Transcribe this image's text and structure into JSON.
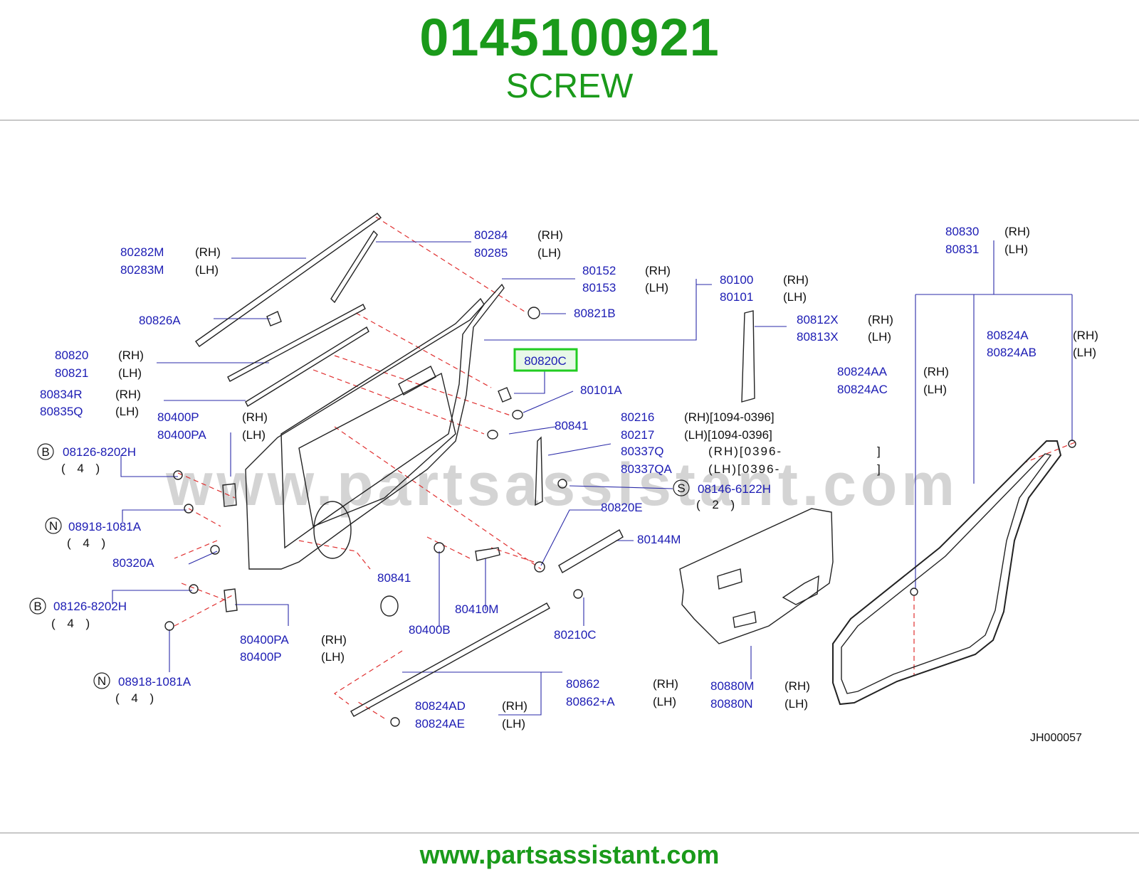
{
  "header": {
    "part_number": "0145100921",
    "part_name": "SCREW"
  },
  "footer": {
    "url": "www.partsassistant.com"
  },
  "diagram": {
    "watermark": "www.partsassistant.com",
    "code": "JH000057",
    "highlight_label": "80820C",
    "labels": {
      "l80284": "80284",
      "l80284s": "(RH)",
      "l80285": "80285",
      "l80285s": "(LH)",
      "l80282M": "80282M",
      "l80282Ms": "(RH)",
      "l80283M": "80283M",
      "l80283Ms": "(LH)",
      "l80152": "80152",
      "l80152s": "(RH)",
      "l80153": "80153",
      "l80153s": "(LH)",
      "l80100": "80100",
      "l80100s": "(RH)",
      "l80101": "80101",
      "l80101s": "(LH)",
      "l80826A": "80826A",
      "l80821B": "80821B",
      "l80812X": "80812X",
      "l80812Xs": "(RH)",
      "l80813X": "80813X",
      "l80813Xs": "(LH)",
      "l80830": "80830",
      "l80830s": "(RH)",
      "l80831": "80831",
      "l80831s": "(LH)",
      "l80824A": "80824A",
      "l80824As": "(RH)",
      "l80824AB": "80824AB",
      "l80824ABs": "(LH)",
      "l80820": "80820",
      "l80820s": "(RH)",
      "l80821": "80821",
      "l80821s": "(LH)",
      "l80824AA": "80824AA",
      "l80824AAs": "(RH)",
      "l80824AC": "80824AC",
      "l80824ACs": "(LH)",
      "l80834R": "80834R",
      "l80834Rs": "(RH)",
      "l80835Q": "80835Q",
      "l80835Qs": "(LH)",
      "l80101A": "80101A",
      "l80400P_a": "80400P",
      "l80400P_as": "(RH)",
      "l80400PA_a": "80400PA",
      "l80400PA_as": "(LH)",
      "l80841_a": "80841",
      "l80216": "80216",
      "l80216s": "(RH)[1094-0396]",
      "l80217": "80217",
      "l80217s": "(LH)[1094-0396]",
      "l80337Q": "80337Q",
      "l80337Qs": "(RH)[0396-",
      "l80337Qe": "]",
      "l80337QA": "80337QA",
      "l80337QAs": "(LH)[0396-",
      "l80337QAe": "]",
      "cB1": "B",
      "l08126_a": "08126-8202H",
      "q1": "( 4 )",
      "cS": "S",
      "l08146": "08146-6122H",
      "q2": "( 2 )",
      "cN1": "N",
      "l08918_a": "08918-1081A",
      "q3": "( 4 )",
      "l80820E": "80820E",
      "l80144M": "80144M",
      "l80320A": "80320A",
      "l80841_b": "80841",
      "cB2": "B",
      "l08126_b": "08126-8202H",
      "q4": "( 4 )",
      "l80410M": "80410M",
      "l80400B": "80400B",
      "l80210C": "80210C",
      "l80400PA_b": "80400PA",
      "l80400PA_bs": "(RH)",
      "l80400P_b": "80400P",
      "l80400P_bs": "(LH)",
      "cN2": "N",
      "l08918_b": "08918-1081A",
      "q5": "( 4 )",
      "l80862": "80862",
      "l80862s": "(RH)",
      "l80862A": "80862+A",
      "l80862As": "(LH)",
      "l80880M": "80880M",
      "l80880Ms": "(RH)",
      "l80880N": "80880N",
      "l80880Ns": "(LH)",
      "l80824AD": "80824AD",
      "l80824ADs": "(RH)",
      "l80824AE": "80824AE",
      "l80824AEs": "(LH)"
    }
  },
  "colors": {
    "brand_green": "#1a9a1a",
    "label_blue": "#1c1cb4",
    "leader_red": "#e03030",
    "highlight": "#22cc22"
  }
}
